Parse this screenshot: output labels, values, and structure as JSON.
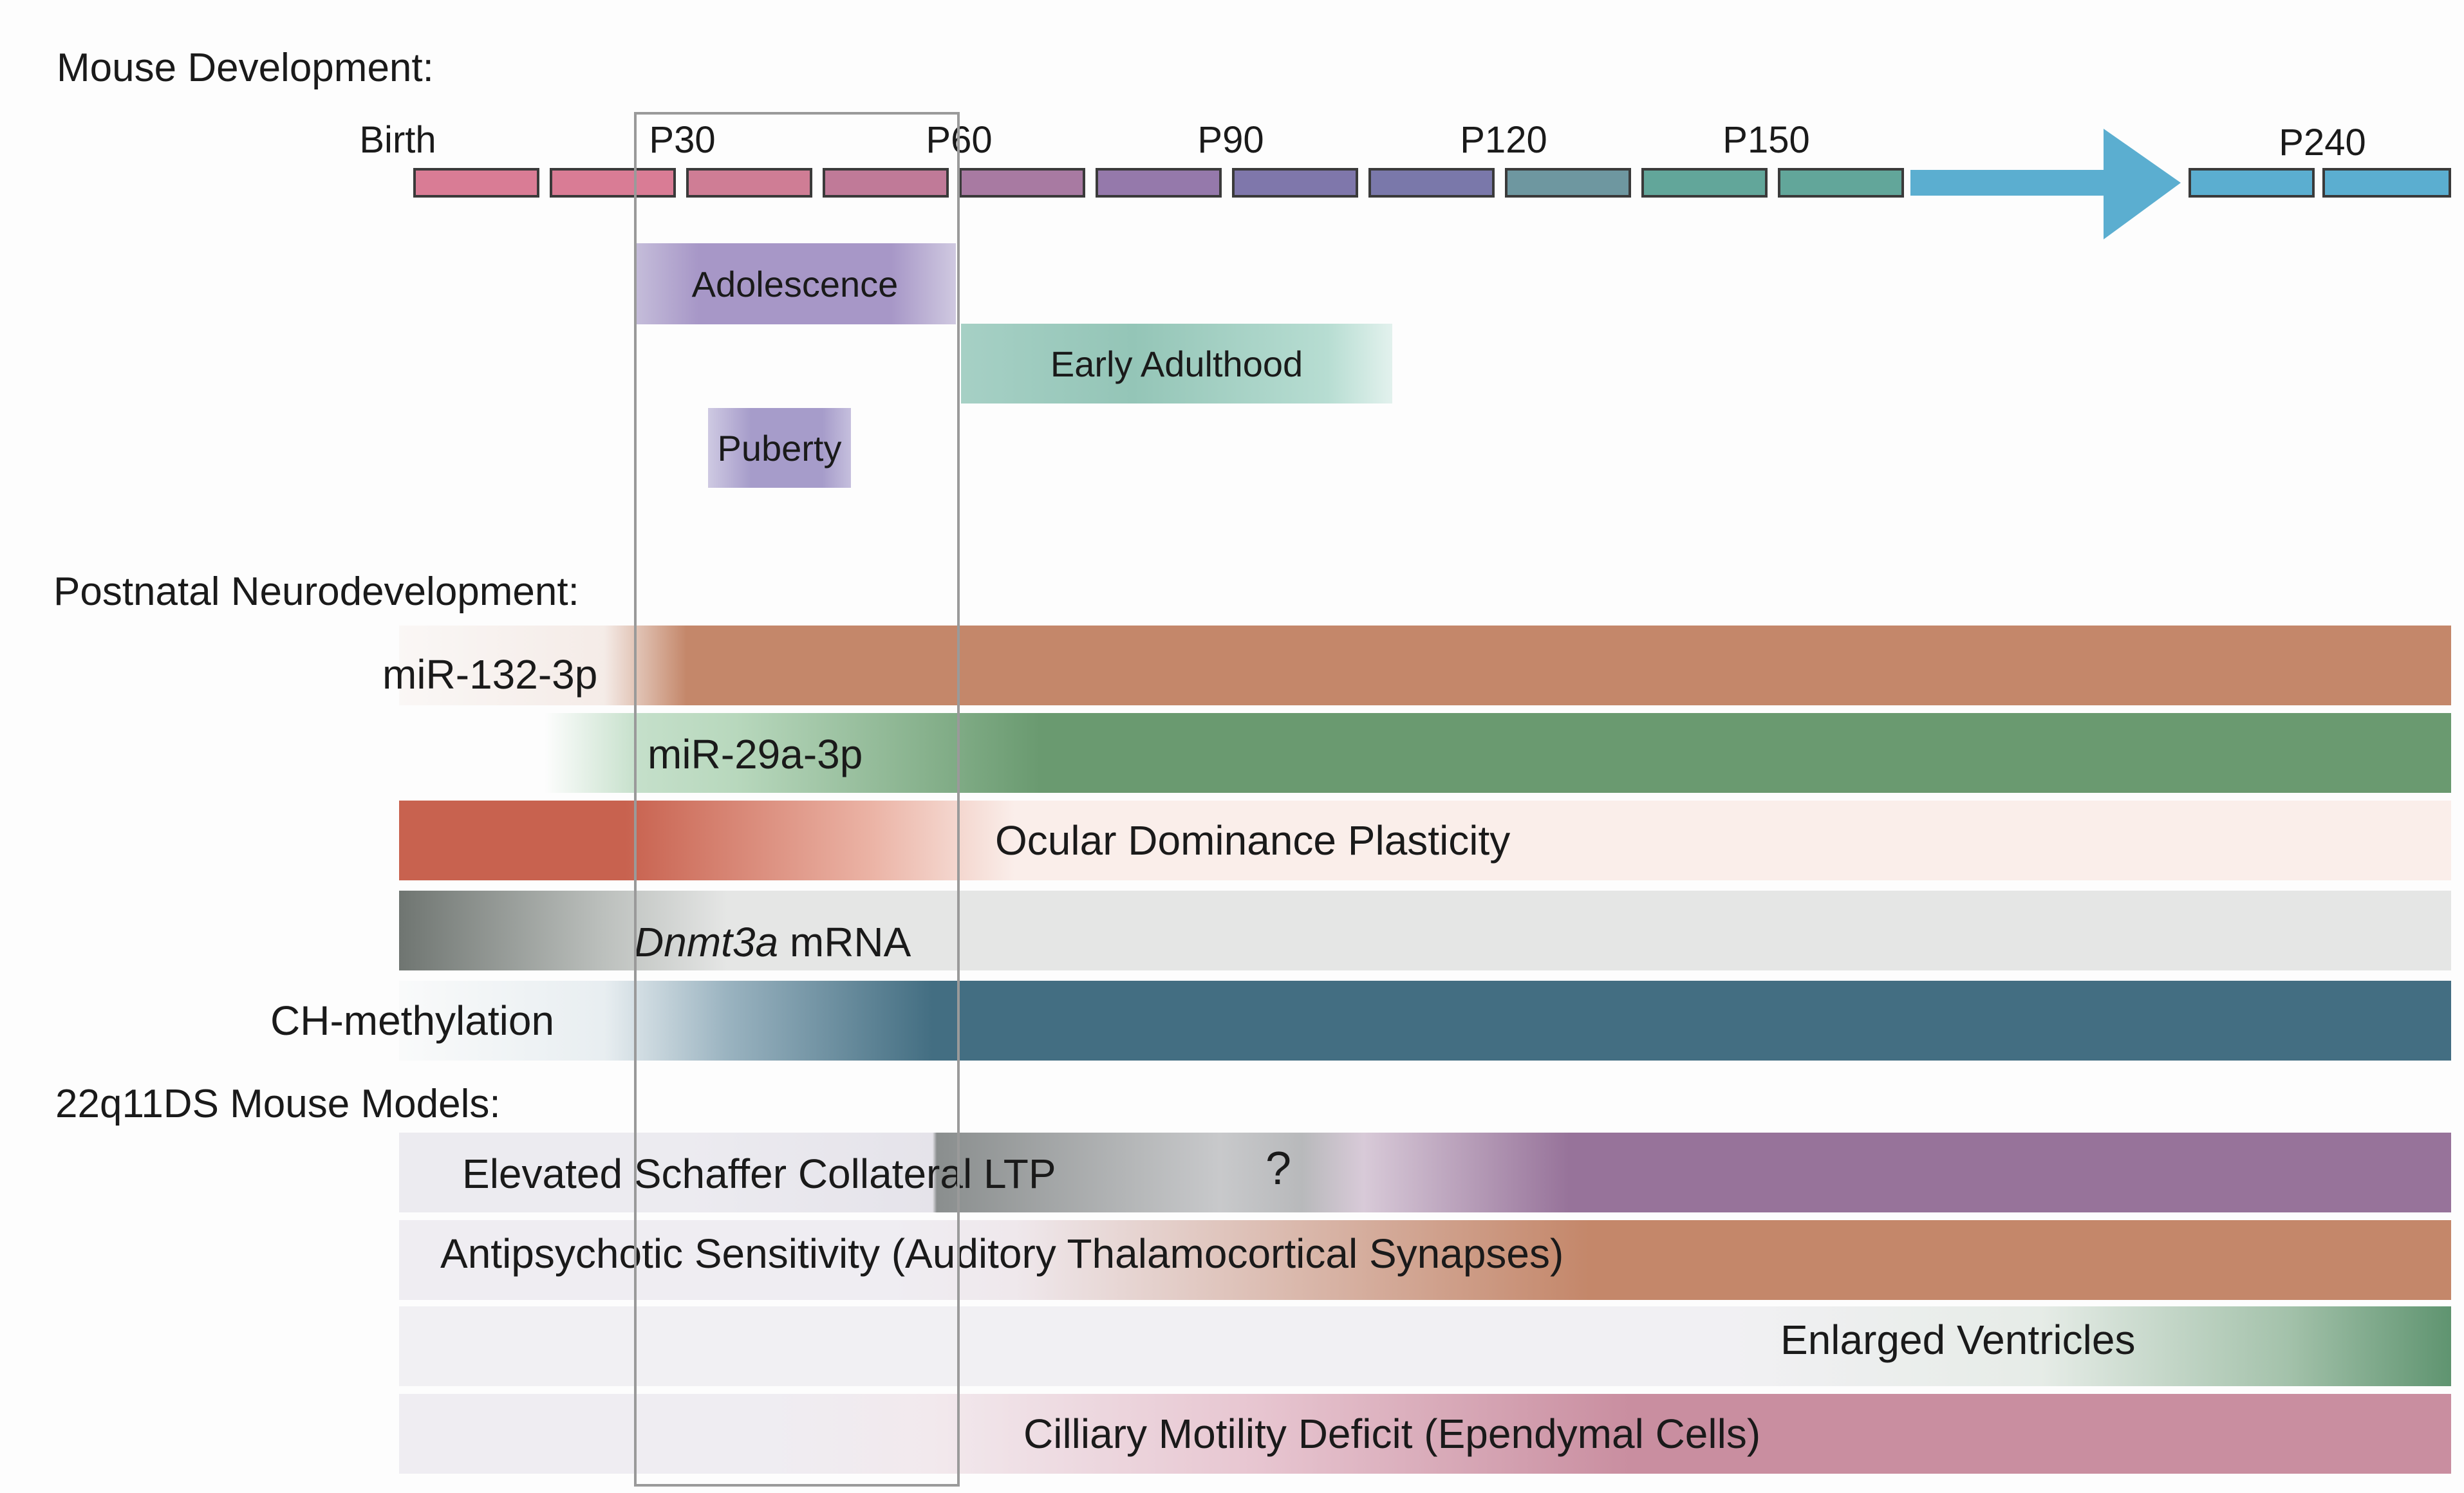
{
  "sections": {
    "mouse_development": "Mouse Development:",
    "postnatal": "Postnatal Neurodevelopment:",
    "models": "22q11DS Mouse Models:"
  },
  "timeline": {
    "ticks": [
      "Birth",
      "P30",
      "P60",
      "P90",
      "P120",
      "P150",
      "P240"
    ],
    "segment_colors": [
      "#d97c95",
      "#d97c95",
      "#cf7d95",
      "#c07a98",
      "#a87aa2",
      "#9579ab",
      "#7f77ab",
      "#7a78aa",
      "#6e97a0",
      "#62a69a",
      "#62a69a"
    ],
    "arrow_color": "#5baed0",
    "tail_color": "#5baed0"
  },
  "stages": {
    "adolescence": "Adolescence",
    "early_adulthood": "Early Adulthood",
    "puberty": "Puberty"
  },
  "postnatal_rows": {
    "mir132": "miR-132-3p",
    "mir29a": "miR-29a-3p",
    "odp": "Ocular Dominance Plasticity",
    "dnmt3a_italic": "Dnmt3a",
    "dnmt3a_rest": " mRNA",
    "ch_methylation": "CH-methylation"
  },
  "model_rows": {
    "ltp": "Elevated Schaffer Collateral LTP",
    "question": "?",
    "antipsychotic": "Antipsychotic Sensitivity (Auditory Thalamocortical Synapses)",
    "ventricles": "Enlarged Ventricles",
    "ciliary": "Cilliary Motility Deficit (Ependymal Cells)"
  },
  "colors": {
    "mir132": "#c4876a",
    "mir29a": "#6a9a70",
    "odp": "#c8624f",
    "dnmt3a": "#6f7571",
    "ch": "#436e82",
    "ltp": "#97739a",
    "antipsychotic": "#c4876a",
    "ventricles": "#5f9470",
    "ciliary": "#c98ea0"
  }
}
